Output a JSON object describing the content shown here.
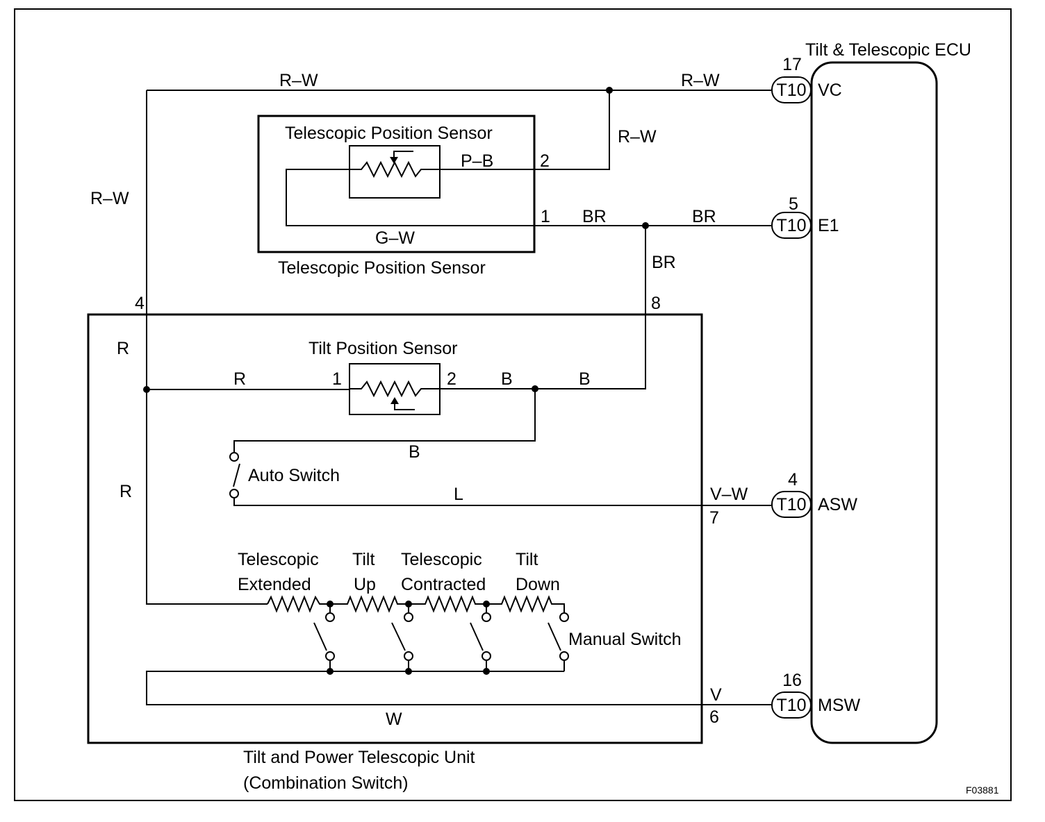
{
  "ecu": {
    "title": "Tilt & Telescopic ECU",
    "pins": [
      {
        "num": "17",
        "conn": "T10",
        "term": "VC"
      },
      {
        "num": "5",
        "conn": "T10",
        "term": "E1"
      },
      {
        "num": "4",
        "conn": "T10",
        "term": "ASW"
      },
      {
        "num": "16",
        "conn": "T10",
        "term": "MSW"
      }
    ]
  },
  "telescopic_sensor": {
    "inner_title": "Telescopic Position Sensor",
    "caption": "Telescopic Position Sensor",
    "pin_2": "2",
    "pin_1": "1"
  },
  "unit": {
    "caption_line1": "Tilt and Power Telescopic Unit",
    "caption_line2": "(Combination Switch)",
    "pin_4": "4",
    "pin_8": "8",
    "pin_7": "7",
    "pin_6": "6"
  },
  "tilt_sensor": {
    "title": "Tilt Position Sensor",
    "pin_1": "1",
    "pin_2": "2"
  },
  "switches": {
    "auto": "Auto Switch",
    "manual": "Manual Switch",
    "tele_ext_1": "Telescopic",
    "tele_ext_2": "Extended",
    "tilt_up_1": "Tilt",
    "tilt_up_2": "Up",
    "tele_con_1": "Telescopic",
    "tele_con_2": "Contracted",
    "tilt_down_1": "Tilt",
    "tilt_down_2": "Down"
  },
  "wires": {
    "rw_top_left": "R–W",
    "rw_top_right": "R–W",
    "rw_right_vert": "R–W",
    "rw_left_vert": "R–W",
    "pb": "P–B",
    "gw": "G–W",
    "br_1": "BR",
    "br_2": "BR",
    "br_vert": "BR",
    "r_1": "R",
    "r_2": "R",
    "r_3": "R",
    "b_1": "B",
    "b_2": "B",
    "b_3": "B",
    "l": "L",
    "vw": "V–W",
    "v": "V",
    "w": "W"
  },
  "figure_code": "F03881"
}
